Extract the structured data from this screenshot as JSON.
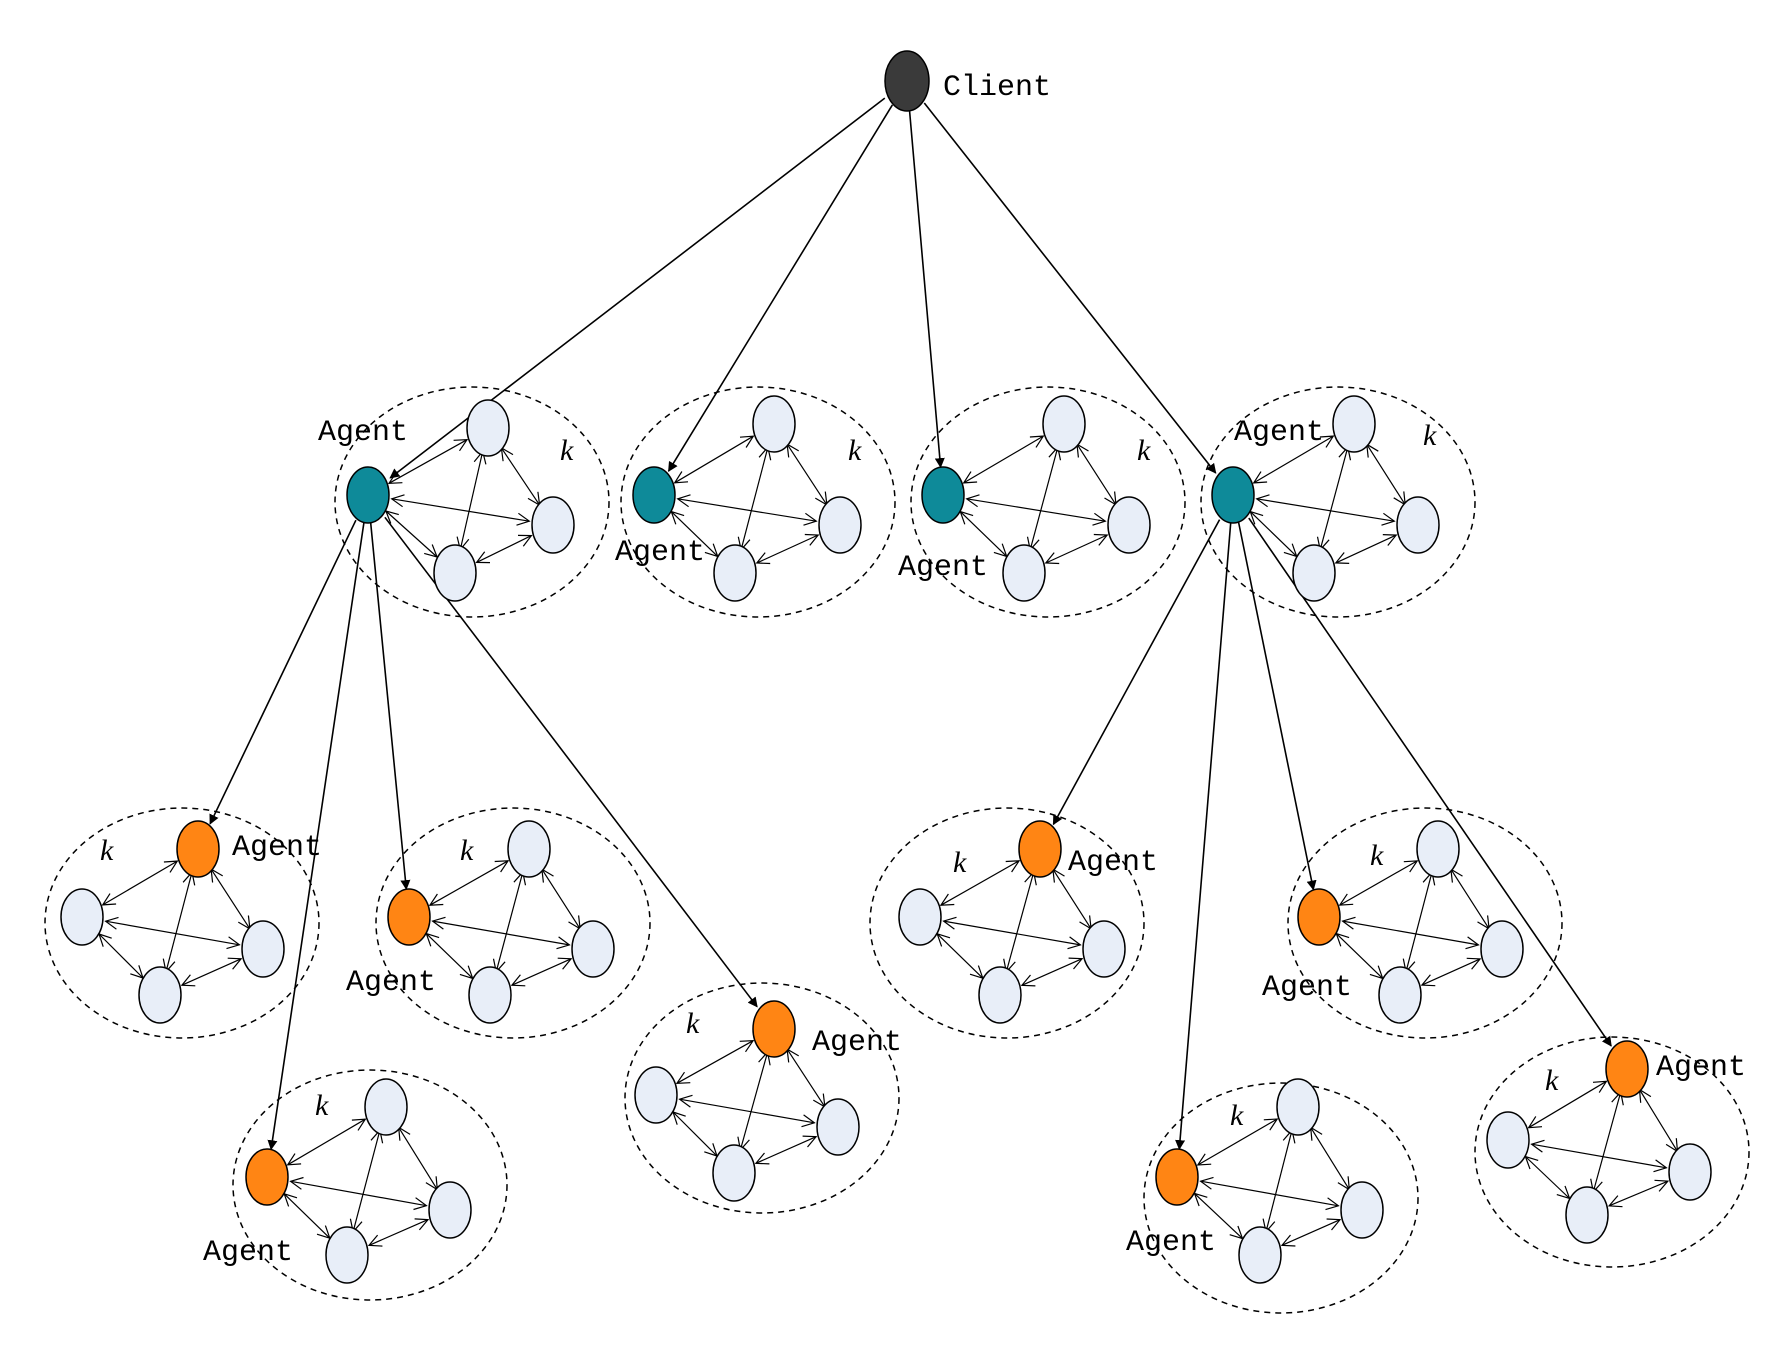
{
  "diagram": {
    "client": {
      "label": "Client",
      "color": "#3a3a3a"
    },
    "agent_label": "Agent",
    "k_label": "k",
    "colors": {
      "level1_agent": "#0e8a99",
      "level2_agent": "#ff8514",
      "peer": "#e8eef8",
      "edge": "#000000"
    },
    "clusters": [
      {
        "id": "c1",
        "level": 1
      },
      {
        "id": "c2",
        "level": 1
      },
      {
        "id": "c3",
        "level": 1
      },
      {
        "id": "c4",
        "level": 1
      },
      {
        "id": "c5",
        "level": 2,
        "parent": "c1"
      },
      {
        "id": "c6",
        "level": 2,
        "parent": "c1"
      },
      {
        "id": "c7",
        "level": 2,
        "parent": "c1"
      },
      {
        "id": "c8",
        "level": 2,
        "parent": "c1"
      },
      {
        "id": "c9",
        "level": 2,
        "parent": "c4"
      },
      {
        "id": "c10",
        "level": 2,
        "parent": "c4"
      },
      {
        "id": "c11",
        "level": 2,
        "parent": "c4"
      },
      {
        "id": "c12",
        "level": 2,
        "parent": "c4"
      }
    ]
  }
}
